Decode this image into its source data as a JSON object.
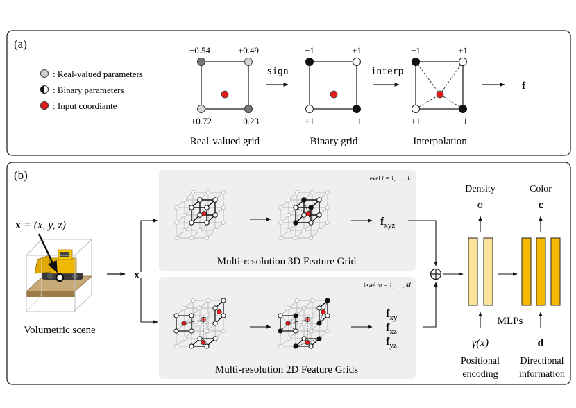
{
  "panel_a": {
    "label": "(a)",
    "legend": {
      "real": ": Real-valued parameters",
      "binary": ": Binary parameters",
      "input": ": Input coordiante"
    },
    "real_grid": {
      "tl": "−0.54",
      "tr": "+0.49",
      "bl": "+0.72",
      "br": "−0.23",
      "caption": "Real-valued grid"
    },
    "sign_label": "sign",
    "binary_grid": {
      "tl": "−1",
      "tr": "+1",
      "bl": "+1",
      "br": "−1",
      "caption": "Binary grid"
    },
    "interp_label": "interp",
    "interp_grid": {
      "tl": "−1",
      "tr": "+1",
      "bl": "+1",
      "br": "−1",
      "caption": "Interpolation"
    },
    "output": "f"
  },
  "panel_b": {
    "label": "(b)",
    "x_eq": {
      "x": "x",
      "rest": " = (x, y, z)"
    },
    "scene_caption": "Volumetric scene",
    "x_label": "x",
    "grid3d": {
      "level_prefix": "level ",
      "level_var": "l",
      "level_rest": " = 1, … , L",
      "caption": "Multi-resolution 3D Feature Grid",
      "out_f": "f",
      "out_sub": "xyz"
    },
    "grid2d": {
      "level_prefix": "level ",
      "level_var": "m",
      "level_rest": " = 1, … , M",
      "caption": "Multi-resolution 2D Feature Grids",
      "outs": [
        {
          "f": "f",
          "sub": "xy"
        },
        {
          "f": "f",
          "sub": "xz"
        },
        {
          "f": "f",
          "sub": "yz"
        }
      ]
    },
    "plus": "⊕",
    "density": {
      "title": "Density",
      "symbol": "σ"
    },
    "color": {
      "title": "Color",
      "symbol": "c"
    },
    "mlps": "MLPs",
    "pos_enc": {
      "symbol": "γ(x)",
      "line1": "Positional",
      "line2": "encoding"
    },
    "dir": {
      "symbol": "d",
      "line1": "Directional",
      "line2": "information"
    },
    "colors": {
      "mlp_light": "#fce39a",
      "mlp_dark": "#f6b800",
      "input_red": "#e21b1b",
      "gray_panel": "#efefef"
    }
  }
}
